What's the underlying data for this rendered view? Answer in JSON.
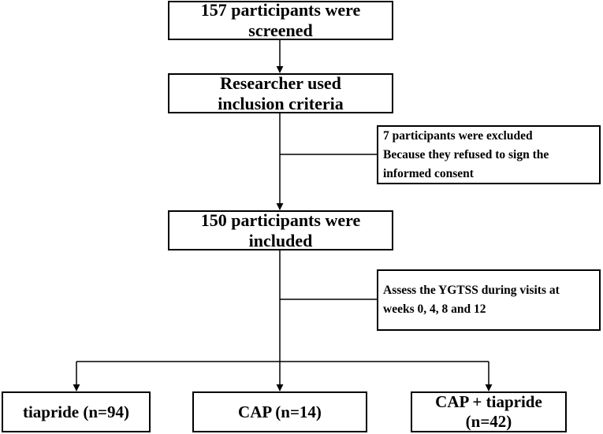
{
  "boxes": {
    "screened": {
      "lines": [
        "157 participants were",
        "screened"
      ]
    },
    "criteria": {
      "lines": [
        "Researcher used",
        "inclusion criteria"
      ]
    },
    "excluded": {
      "lines": [
        "7 participants were excluded",
        "Because they refused to sign the",
        "informed consent"
      ]
    },
    "included": {
      "lines": [
        "150 participants were",
        "included"
      ]
    },
    "assess": {
      "lines": [
        "Assess the YGTSS during visits at",
        "weeks 0, 4, 8 and 12"
      ]
    },
    "tiapride": {
      "lines": [
        "tiapride (n=94)"
      ]
    },
    "cap": {
      "lines": [
        "CAP (n=14)"
      ]
    },
    "combo": {
      "lines": [
        "CAP + tiapride",
        "(n=42)"
      ]
    }
  },
  "colors": {
    "stroke": "#000000",
    "fill": "#ffffff"
  }
}
